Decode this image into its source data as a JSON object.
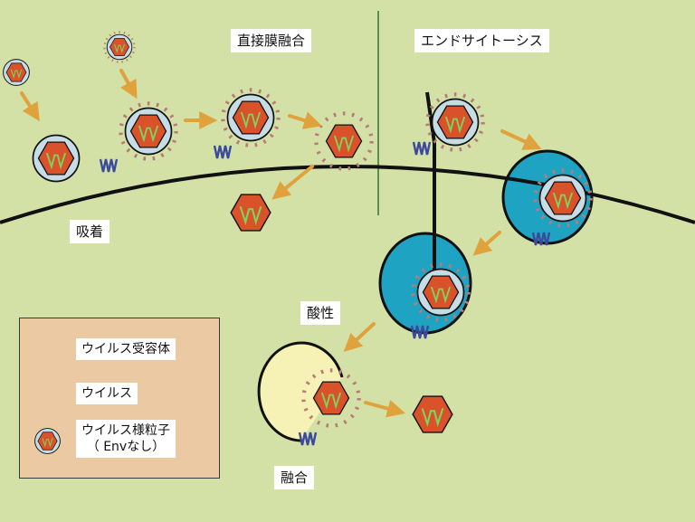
{
  "labels": {
    "direct_fusion": "直接膜融合",
    "endocytosis": "エンドサイトーシス",
    "adsorption": "吸着",
    "acidic": "酸性",
    "fusion": "融合"
  },
  "legend": {
    "receptor": "ウイルス受容体",
    "virus": "ウイルス",
    "vlp_line1": "ウイルス様粒子",
    "vlp_line2": "（ Envなし）"
  },
  "colors": {
    "background": "#d3e0a6",
    "capsid": "#d9522a",
    "envelope": "#c6dde6",
    "endosome": "#1fa3c3",
    "acidic_vesicle": "#f6f1b4",
    "arrow": "#e0a23c",
    "receptor": "#3b4a9c",
    "spike": "#b97a7a",
    "rna": "#7ed35e"
  }
}
